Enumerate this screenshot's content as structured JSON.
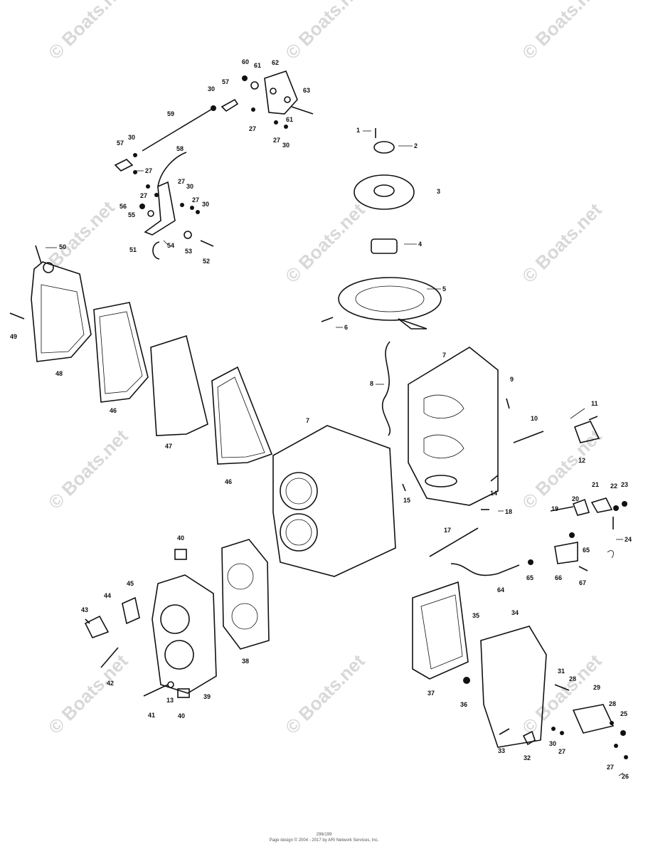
{
  "watermark": {
    "text": "© Boats.net"
  },
  "watermark_secondary": {
    "text": "Boats.net"
  },
  "footer": {
    "line1": "296/199",
    "line2": "Page design © 2004 - 2017 by ARI Network Services, Inc."
  },
  "callouts": [
    "1",
    "2",
    "3",
    "4",
    "5",
    "6",
    "7",
    "7",
    "8",
    "9",
    "10",
    "11",
    "12",
    "13",
    "14",
    "15",
    "17",
    "18",
    "19",
    "20",
    "21",
    "22",
    "23",
    "24",
    "25",
    "26",
    "27",
    "27",
    "27",
    "27",
    "27",
    "27",
    "27",
    "27",
    "28",
    "28",
    "29",
    "30",
    "30",
    "30",
    "30",
    "30",
    "30",
    "31",
    "32",
    "33",
    "34",
    "35",
    "36",
    "37",
    "38",
    "39",
    "40",
    "40",
    "41",
    "42",
    "43",
    "44",
    "45",
    "46",
    "46",
    "47",
    "48",
    "49",
    "50",
    "51",
    "52",
    "53",
    "54",
    "55",
    "56",
    "57",
    "57",
    "58",
    "59",
    "60",
    "61",
    "61",
    "62",
    "63",
    "64",
    "65",
    "65",
    "66",
    "67"
  ]
}
